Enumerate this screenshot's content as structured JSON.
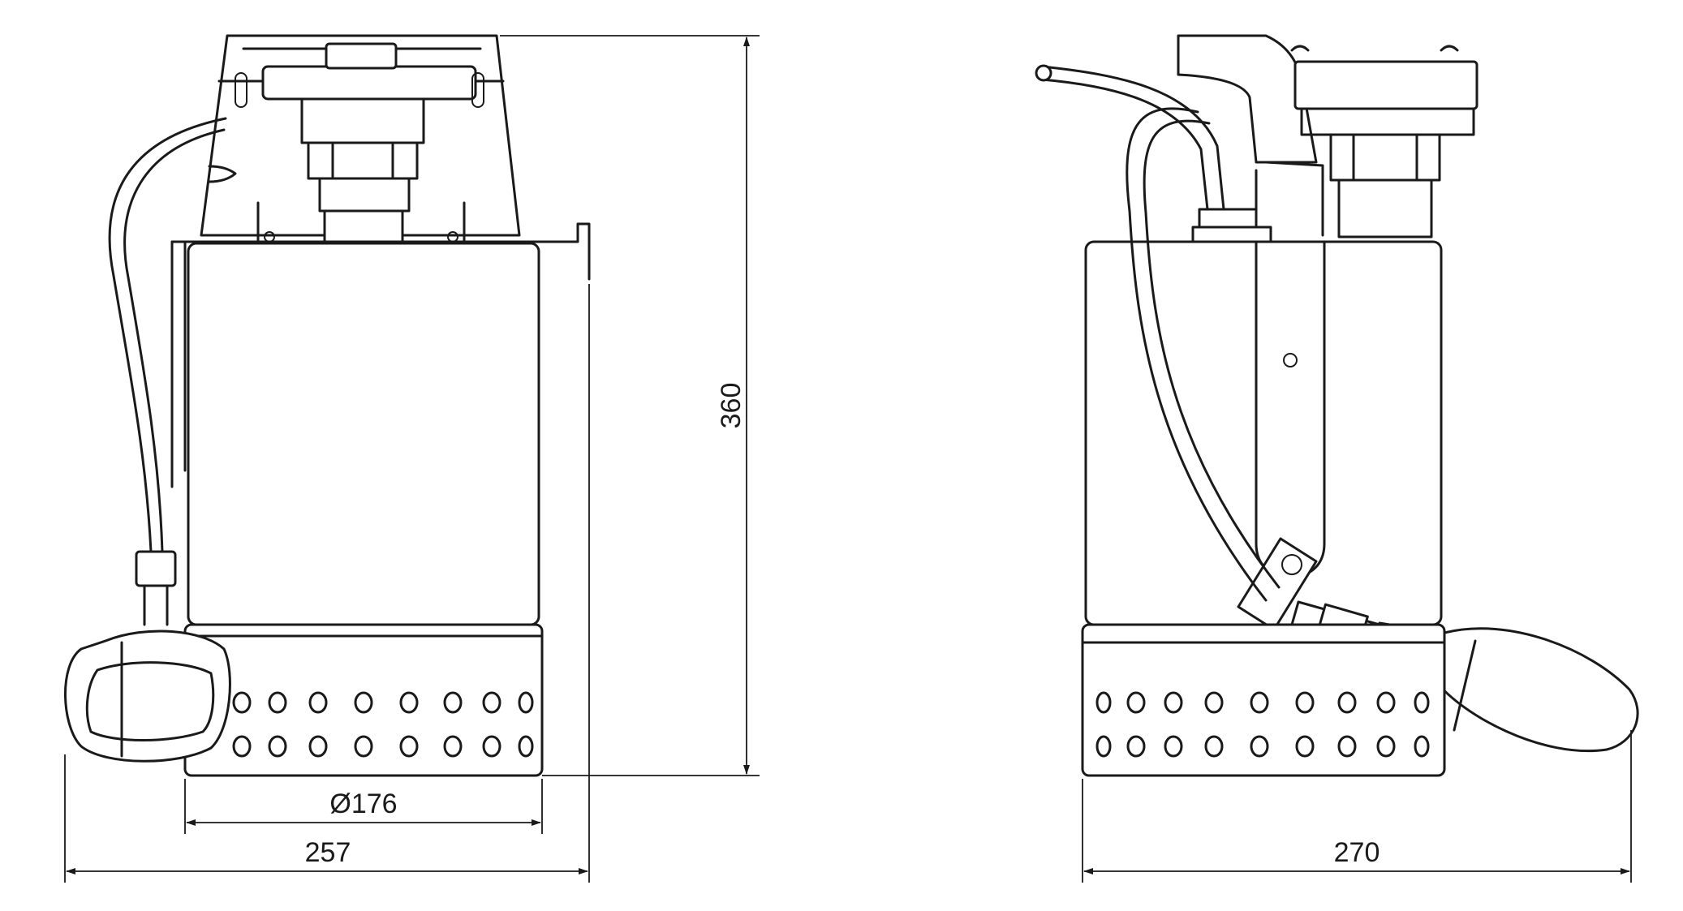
{
  "drawing": {
    "dimensions": {
      "height": "360",
      "base_diameter": "Ø176",
      "front_width": "257",
      "side_width": "270"
    }
  }
}
